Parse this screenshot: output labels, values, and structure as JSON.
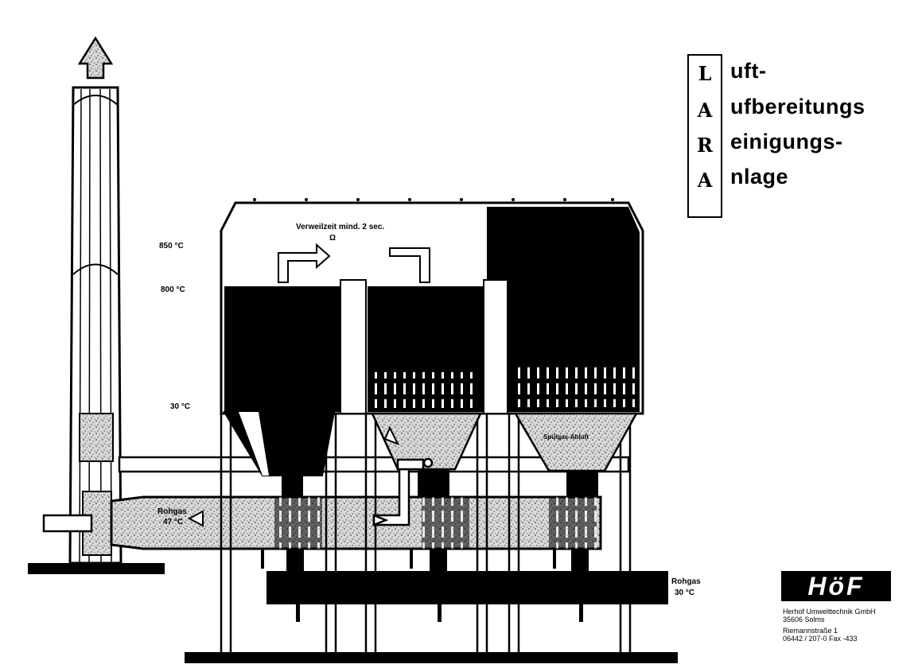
{
  "acronym": {
    "letters": [
      "L",
      "A",
      "R",
      "A"
    ],
    "words": [
      "uft-",
      "ufbereitungs",
      "einigungs-",
      "nlage"
    ]
  },
  "labels": {
    "temp_top": "850 °C",
    "temp_mid": "800 °C",
    "temp_low": "30 °C",
    "residence": "Verweilzeit mind. 2 sec.",
    "residence_sub": "Ω",
    "raw_gas_in": "Rohgas",
    "raw_gas_in_temp": "47 °C",
    "raw_gas_out": "Rohgas",
    "raw_gas_out_temp": "30 °C",
    "hopper": "Spülgas-Abluft"
  },
  "company": {
    "logo": "HöF",
    "name": "Herhof Umwelttechnik GmbH",
    "city": "35606 Solms",
    "street": "Riemannstraße 1",
    "phone": "06442 / 207-0  Fax -433"
  },
  "colors": {
    "ink": "#000000",
    "paper": "#ffffff",
    "speckle": "#9a9a9a"
  }
}
